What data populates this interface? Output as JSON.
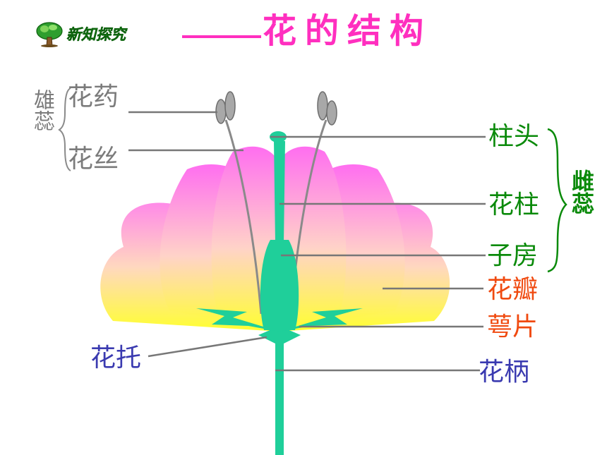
{
  "header": {
    "badge_text": "新知探究",
    "title_dash": "——",
    "title": "花的结构"
  },
  "labels": {
    "stamen_group": "雄蕊",
    "anther": "花药",
    "filament": "花丝",
    "stigma": "柱头",
    "style": "花柱",
    "ovary": "子房",
    "pistil_group": "雌蕊",
    "petal": "花瓣",
    "sepal": "萼片",
    "receptacle": "花托",
    "pedicel": "花柄"
  },
  "colors": {
    "title": "#ff2fbf",
    "stamen_text": "#7b7b7b",
    "pistil_text": "#0a8a0a",
    "petal_sepal_text": "#f04a10",
    "receptacle_pedicel_text": "#3a3ab0",
    "stem": "#1fcf9a",
    "petal_top": "#ff6ef0",
    "petal_bottom": "#ffff30",
    "anther": "#a8a8a8"
  },
  "icons": {
    "badge": "tree-icon"
  }
}
